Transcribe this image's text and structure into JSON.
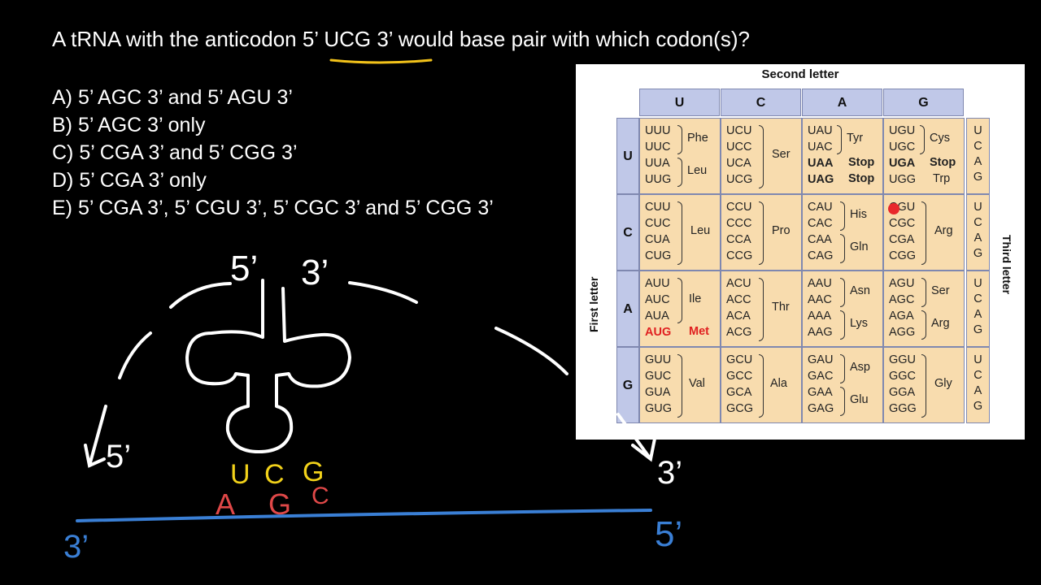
{
  "question": "A tRNA with the anticodon 5’ UCG 3’ would base pair with which codon(s)?",
  "choices": [
    "A) 5’ AGC 3’ and 5’ AGU 3’",
    "B) 5’ AGC 3’ only",
    "C) 5’ CGA 3’ and 5’ CGG 3’",
    "D) 5’ CGA 3’ only",
    "E) 5’ CGA 3’, 5’ CGU 3’, 5’ CGC 3’ and 5’ CGG 3’"
  ],
  "table": {
    "heading": "Second letter",
    "first_letter_label": "First letter",
    "third_letter_label": "Third letter",
    "columns": [
      "U",
      "C",
      "A",
      "G"
    ],
    "rows": [
      "U",
      "C",
      "A",
      "G"
    ],
    "third_letters": [
      "U",
      "C",
      "A",
      "G"
    ],
    "cells": [
      [
        {
          "codons": [
            "UUU",
            "UUC",
            "UUA",
            "UUG"
          ],
          "aa": [
            "Phe",
            "Leu"
          ]
        },
        {
          "codons": [
            "UCU",
            "UCC",
            "UCA",
            "UCG"
          ],
          "aa": [
            "Ser"
          ]
        },
        {
          "codons": [
            "UAU",
            "UAC",
            "UAA",
            "UAG"
          ],
          "aa": [
            "Tyr",
            "Stop",
            "Stop"
          ]
        },
        {
          "codons": [
            "UGU",
            "UGC",
            "UGA",
            "UGG"
          ],
          "aa": [
            "Cys",
            "Stop",
            "Trp"
          ]
        }
      ],
      [
        {
          "codons": [
            "CUU",
            "CUC",
            "CUA",
            "CUG"
          ],
          "aa": [
            "Leu"
          ]
        },
        {
          "codons": [
            "CCU",
            "CCC",
            "CCA",
            "CCG"
          ],
          "aa": [
            "Pro"
          ]
        },
        {
          "codons": [
            "CAU",
            "CAC",
            "CAA",
            "CAG"
          ],
          "aa": [
            "His",
            "Gln"
          ]
        },
        {
          "codons": [
            "CGU",
            "CGC",
            "CGA",
            "CGG"
          ],
          "aa": [
            "Arg"
          ]
        }
      ],
      [
        {
          "codons": [
            "AUU",
            "AUC",
            "AUA",
            "AUG"
          ],
          "aa": [
            "Ile",
            "Met"
          ]
        },
        {
          "codons": [
            "ACU",
            "ACC",
            "ACA",
            "ACG"
          ],
          "aa": [
            "Thr"
          ]
        },
        {
          "codons": [
            "AAU",
            "AAC",
            "AAA",
            "AAG"
          ],
          "aa": [
            "Asn",
            "Lys"
          ]
        },
        {
          "codons": [
            "AGU",
            "AGC",
            "AGA",
            "AGG"
          ],
          "aa": [
            "Ser",
            "Arg"
          ]
        }
      ],
      [
        {
          "codons": [
            "GUU",
            "GUC",
            "GUA",
            "GUG"
          ],
          "aa": [
            "Val"
          ]
        },
        {
          "codons": [
            "GCU",
            "GCC",
            "GCA",
            "GCG"
          ],
          "aa": [
            "Ala"
          ]
        },
        {
          "codons": [
            "GAU",
            "GAC",
            "GAA",
            "GAG"
          ],
          "aa": [
            "Asp",
            "Glu"
          ]
        },
        {
          "codons": [
            "GGU",
            "GGC",
            "GGA",
            "GGG"
          ],
          "aa": [
            "Gly"
          ]
        }
      ]
    ]
  },
  "drawing": {
    "trna_end_left": "5’",
    "trna_end_right": "3’",
    "anticodon": [
      "U",
      "C",
      "G"
    ],
    "codon": [
      "A",
      "G",
      "C"
    ],
    "arrow_left_label": "5’",
    "arrow_right_label": "3’",
    "mrna_left": "3’",
    "mrna_right": "5’"
  },
  "colors": {
    "highlight": "#f2c21a",
    "mrna": "#3a7fd5",
    "codon": "#e04848",
    "anticodon": "#f2d21a",
    "table_cell": "#f8dcae",
    "table_header": "#c0c8e8"
  }
}
